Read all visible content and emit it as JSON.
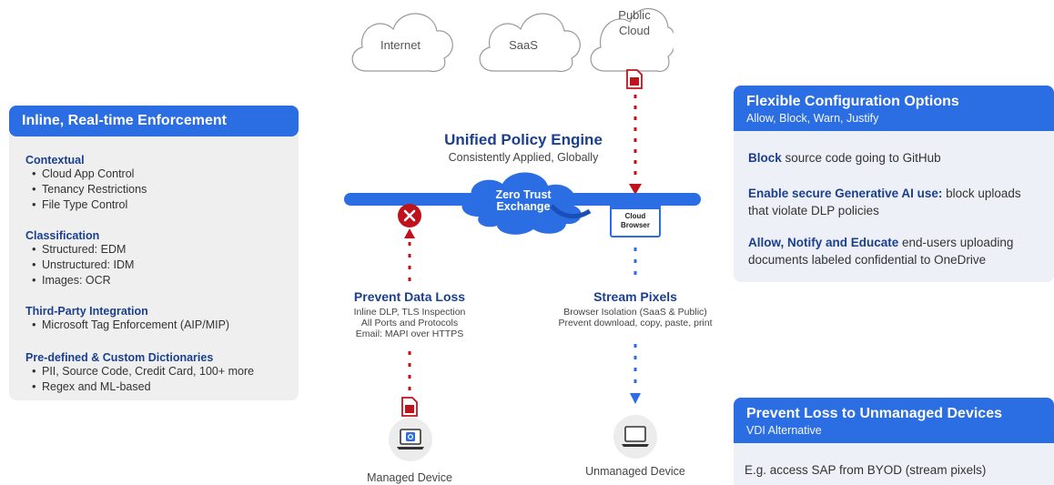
{
  "clouds": [
    "Internet",
    "SaaS",
    "Public Cloud"
  ],
  "center": {
    "title": "Unified Policy Engine",
    "subtitle": "Consistently Applied, Globally",
    "exchange_line1": "Zero Trust",
    "exchange_line2": "Exchange",
    "cloud_browser_line1": "Cloud",
    "cloud_browser_line2": "Browser"
  },
  "prevent_data_loss": {
    "title": "Prevent Data Loss",
    "lines": [
      "Inline DLP, TLS Inspection",
      "All Ports and Protocols",
      "Email: MAPI over HTTPS"
    ]
  },
  "stream_pixels": {
    "title": "Stream Pixels",
    "lines": [
      "Browser Isolation (SaaS & Public)",
      "Prevent download, copy, paste, print"
    ]
  },
  "devices": {
    "managed": "Managed Device",
    "unmanaged": "Unmanaged Device"
  },
  "left_panel": {
    "header": "Inline, Real-time Enforcement",
    "sections": [
      {
        "title": "Contextual",
        "items": [
          "Cloud App Control",
          "Tenancy Restrictions",
          "File Type Control"
        ]
      },
      {
        "title": "Classification",
        "items": [
          "Structured: EDM",
          "Unstructured: IDM",
          "Images: OCR"
        ]
      },
      {
        "title": "Third-Party Integration",
        "items": [
          "Microsoft Tag Enforcement (AIP/MIP)"
        ]
      },
      {
        "title": "Pre-defined & Custom Dictionaries",
        "items": [
          "PII, Source Code, Credit Card, 100+ more",
          "Regex and ML-based"
        ]
      }
    ]
  },
  "right_top": {
    "title": "Flexible Configuration Options",
    "subtitle": "Allow, Block, Warn, Justify",
    "items": [
      {
        "bold": "Block",
        "rest": " source code going to GitHub"
      },
      {
        "bold": "Enable secure Generative AI use:",
        "rest": " block uploads that violate DLP policies"
      },
      {
        "bold": "Allow, Notify and Educate",
        "rest": " end-users uploading documents labeled confidential to OneDrive"
      }
    ]
  },
  "right_bottom": {
    "title": "Prevent Loss to Unmanaged Devices",
    "subtitle": "VDI Alternative",
    "text": "E.g. access SAP from BYOD (stream pixels)"
  },
  "colors": {
    "accent": "#2b6de3",
    "navy": "#1b3f8f",
    "red": "#c0121c"
  }
}
